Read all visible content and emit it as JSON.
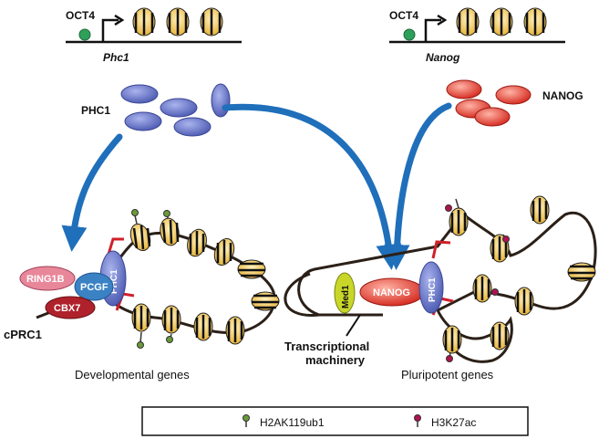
{
  "genes": {
    "left": {
      "tf": "OCT4",
      "gene": "Phc1"
    },
    "right": {
      "tf": "OCT4",
      "gene": "Nanog"
    }
  },
  "proteins": {
    "phc1_cluster": "PHC1",
    "nanog_cluster": "NANOG"
  },
  "complex_left": {
    "ring1b": "RING1B",
    "pcgf": "PCGF",
    "cbx7": "CBX7",
    "phc1": "PHC1",
    "name": "cPRC1",
    "caption": "Developmental genes"
  },
  "complex_right": {
    "med1": "Med1",
    "nanog": "NANOG",
    "phc1": "PHC1",
    "machinery_line1": "Transcriptional",
    "machinery_line2": "machinery",
    "caption": "Pluripotent genes"
  },
  "legend": {
    "h2ak": "H2AK119ub1",
    "h3k": "H3K27ac"
  },
  "colors": {
    "arrow": "#1f6fba",
    "phc1": "#5b6cc0",
    "nanog": "#e0392b",
    "ring1b": "#e8879a",
    "pcgf": "#3a82c4",
    "cbx7": "#b0222b",
    "med1": "#c8d62a",
    "nucleosome": "#f2c84a",
    "oct4": "#2fa05a",
    "mark_green": "#6a9a3a",
    "mark_red": "#b0124f",
    "tss": "#d0202a"
  }
}
